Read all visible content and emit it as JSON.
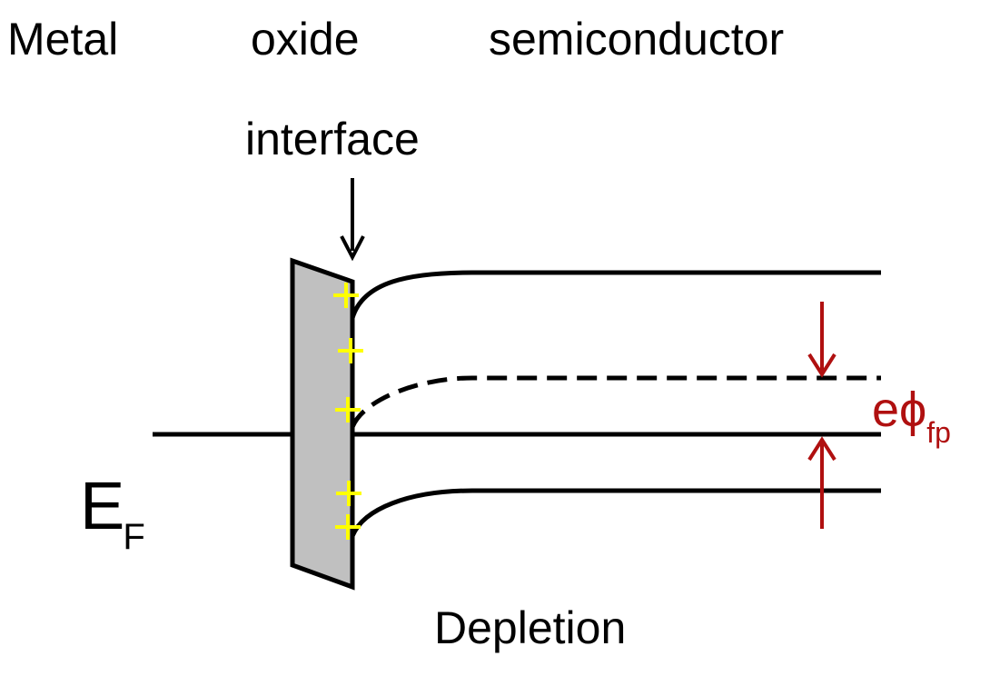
{
  "labels": {
    "metal": "Metal",
    "oxide": "oxide",
    "semiconductor": "semiconductor",
    "interface": "interface",
    "depletion": "Depletion",
    "fermi_main": "E",
    "fermi_sub": "F",
    "phi_main": "eϕ",
    "phi_sub": "fp"
  },
  "charges": [
    "+",
    "+",
    "+",
    "+",
    "+"
  ],
  "colors": {
    "lines": "#000000",
    "oxide_fill": "#c0c0c0",
    "charge": "#ffff00",
    "phi_arrows": "#b01010"
  }
}
